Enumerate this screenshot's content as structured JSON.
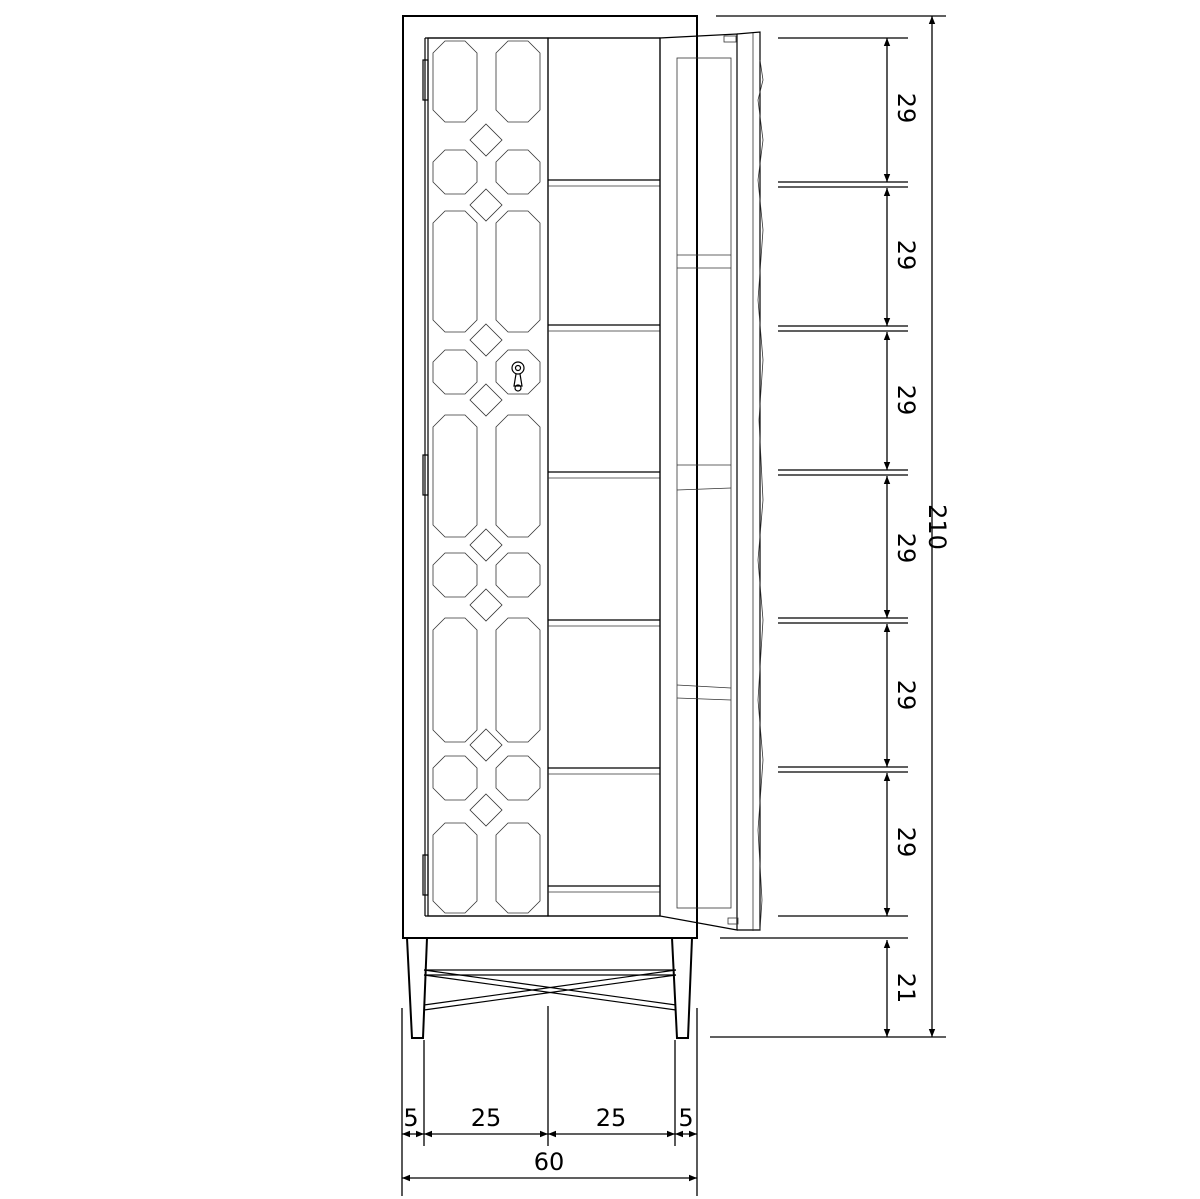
{
  "drawing": {
    "title": "",
    "vertical_dimensions": {
      "total_height": "210",
      "shelf_spacings": [
        "29",
        "29",
        "29",
        "29",
        "29",
        "29"
      ],
      "leg_height": "21"
    },
    "horizontal_dimensions": {
      "left_gap": "5",
      "left_half": "25",
      "right_half": "25",
      "right_gap": "5",
      "total_width": "60"
    }
  }
}
